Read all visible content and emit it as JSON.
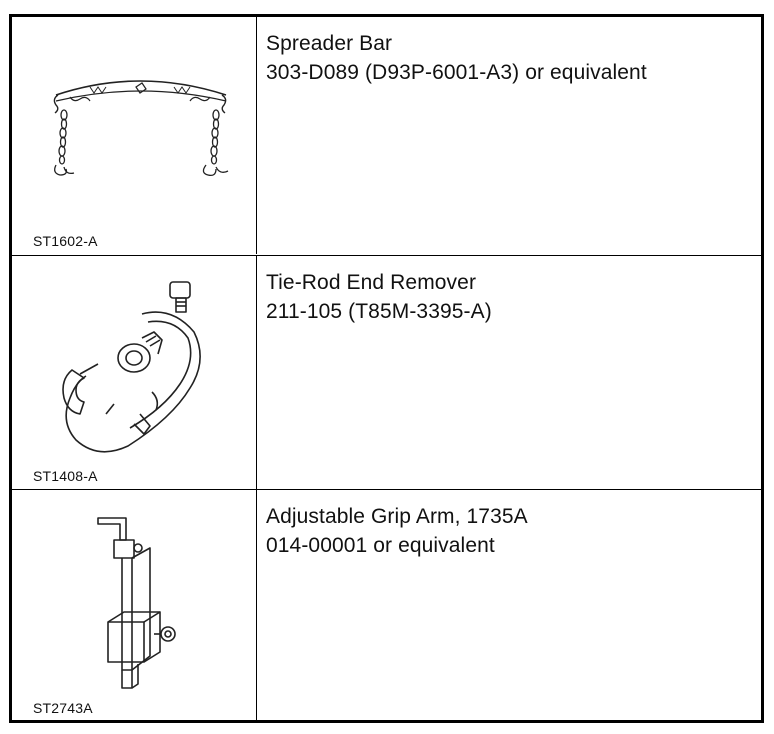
{
  "tools": [
    {
      "name": "Spreader Bar",
      "number": "303-D089 (D93P-6001-A3) or equivalent",
      "figure_code": "ST1602-A",
      "icon": "spreader-bar-illustration"
    },
    {
      "name": "Tie-Rod End Remover",
      "number": "211-105 (T85M-3395-A)",
      "figure_code": "ST1408-A",
      "icon": "tie-rod-end-remover-illustration"
    },
    {
      "name": "Adjustable Grip Arm, 1735A",
      "number": "014-00001 or equivalent",
      "figure_code": "ST2743A",
      "icon": "adjustable-grip-arm-illustration"
    }
  ]
}
